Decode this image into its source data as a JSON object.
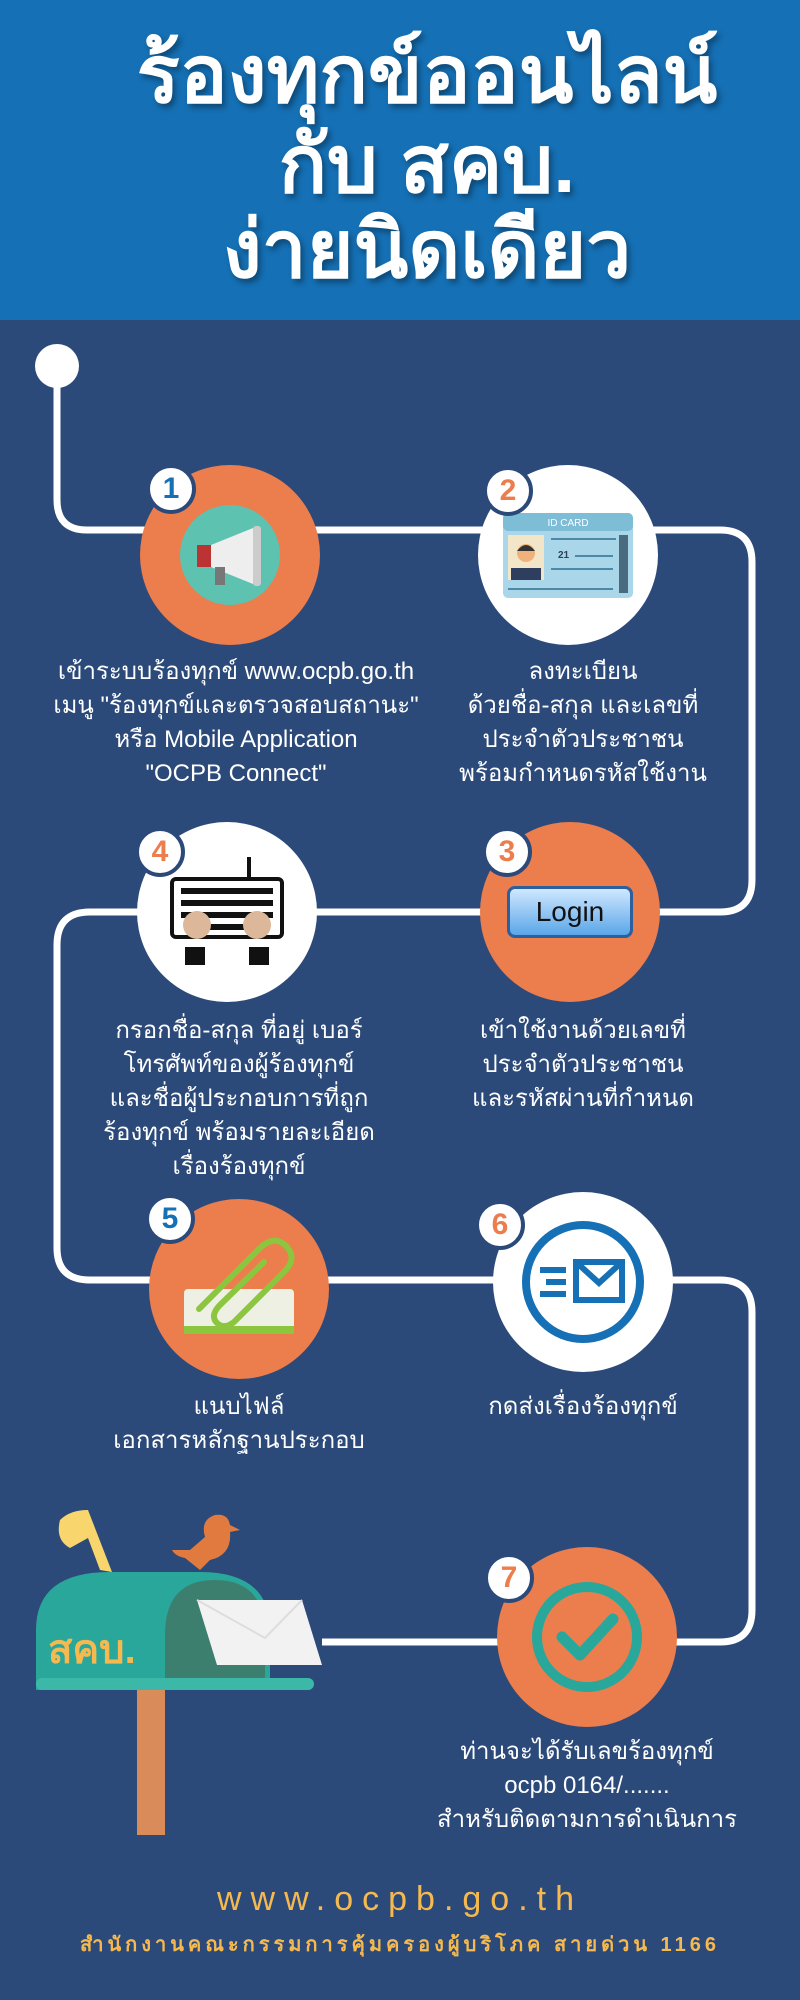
{
  "header": {
    "title_lines": [
      "ร้องทุกข์ออนไลน์",
      "กับ สคบ.",
      "ง่ายนิดเดียว"
    ]
  },
  "steps": [
    {
      "number": "1",
      "icon": "megaphone-icon",
      "lines": [
        "เข้าระบบร้องทุกข์ www.ocpb.go.th",
        "เมนู \"ร้องทุกข์และตรวจสอบสถานะ\"",
        "หรือ Mobile Application",
        "\"OCPB Connect\""
      ]
    },
    {
      "number": "2",
      "icon": "id-card-icon",
      "card_label": "ID CARD",
      "card_number": "21",
      "lines": [
        "ลงทะเบียน",
        "ด้วยชื่อ-สกุล และเลขที่",
        "ประจำตัวประชาชน",
        "พร้อมกำหนดรหัสใช้งาน"
      ]
    },
    {
      "number": "3",
      "icon": "login-button-icon",
      "button_label": "Login",
      "lines": [
        "เข้าใช้งานด้วยเลขที่",
        "ประจำตัวประชาชน",
        "และรหัสผ่านที่กำหนด"
      ]
    },
    {
      "number": "4",
      "icon": "keyboard-icon",
      "lines": [
        "กรอกชื่อ-สกุล ที่อยู่ เบอร์",
        "โทรศัพท์ของผู้ร้องทุกข์",
        "และชื่อผู้ประกอบการที่ถูก",
        "ร้องทุกข์ พร้อมรายละเอียด",
        "เรื่องร้องทุกข์"
      ]
    },
    {
      "number": "5",
      "icon": "paperclip-icon",
      "lines": [
        "แนบไฟล์",
        "เอกสารหลักฐานประกอบ"
      ]
    },
    {
      "number": "6",
      "icon": "send-mail-icon",
      "lines": [
        "กดส่งเรื่องร้องทุกข์"
      ]
    },
    {
      "number": "7",
      "icon": "check-icon",
      "lines": [
        "ท่านจะได้รับเลขร้องทุกข์",
        "ocpb 0164/.......",
        "สำหรับติดตามการดำเนินการ"
      ]
    }
  ],
  "mailbox": {
    "label": "สคบ."
  },
  "footer": {
    "url": "www.ocpb.go.th",
    "subtitle": "สำนักงานคณะกรรมการคุ้มครองผู้บริโภค สายด่วน 1166"
  },
  "colors": {
    "header": "#1570b5",
    "background": "#2b4a7a",
    "accent": "#ec7d4d",
    "footer_text": "#f5b94f",
    "teal": "#2aa79b"
  }
}
